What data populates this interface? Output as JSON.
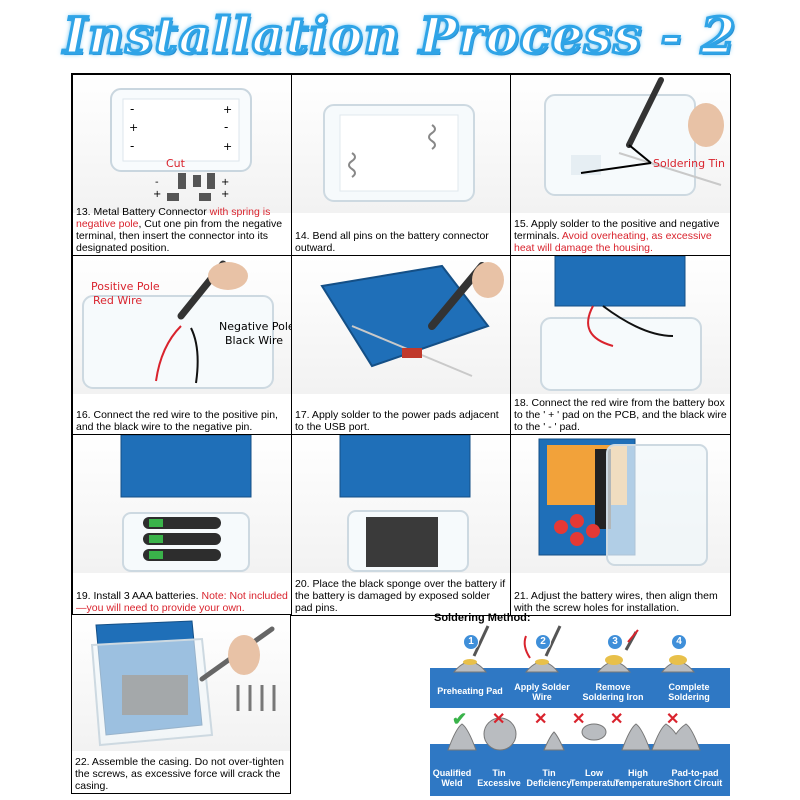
{
  "title": "Installation Process - 2",
  "steps": [
    {
      "pre": "13. Metal Battery Connector ",
      "red": "with spring is  negative pole",
      "post": ", Cut one pin from the negative terminal, then insert the connector into its designated position."
    },
    {
      "pre": "14. Bend all pins on the battery connector outward.",
      "red": "",
      "post": ""
    },
    {
      "pre": "15. Apply solder to the positive and negative terminals. ",
      "red": "Avoid overheating, as excessive heat will damage the housing.",
      "post": ""
    },
    {
      "pre": "16. Connect the red wire to the positive pin, and the black wire to the negative pin.",
      "red": "",
      "post": ""
    },
    {
      "pre": "17. Apply solder to the power pads adjacent to the USB port.",
      "red": "",
      "post": ""
    },
    {
      "pre": "18. Connect the red wire from the battery box to the ' + ' pad on the PCB, and the black wire to the ' - ' pad.",
      "red": "",
      "post": ""
    },
    {
      "pre": "19. Install 3 AAA batteries. ",
      "red": "Note: Not included—you will need to provide your own.",
      "post": ""
    },
    {
      "pre": "20. Place the black sponge over the battery if the battery is damaged by exposed solder pad pins.",
      "red": "",
      "post": ""
    },
    {
      "pre": "21. Adjust the battery wires, then align them with the screw holes for installation.",
      "red": "",
      "post": ""
    },
    {
      "pre": "22. Assemble the casing. Do not over-tighten the screws, as excessive force will crack the casing.",
      "red": "",
      "post": ""
    }
  ],
  "callouts": {
    "cut": "Cut",
    "soldering_tin": "Soldering Tin",
    "positive_pole": "Positive Pole",
    "red_wire": "Red Wire",
    "negative_pole": "Negative Pole",
    "black_wire": "Black Wire",
    "plus": "+",
    "minus": "-"
  },
  "soldering_method": {
    "title": "Soldering Method:",
    "steps": [
      {
        "num": "1",
        "label": "Preheating Pad"
      },
      {
        "num": "2",
        "label": "Apply Solder Wire"
      },
      {
        "num": "3",
        "label": "Remove Soldering Iron"
      },
      {
        "num": "4",
        "label": "Complete Soldering"
      }
    ],
    "results": [
      {
        "label": "Qualified Weld",
        "mark": "check"
      },
      {
        "label": "Tin Excessive",
        "mark": "x"
      },
      {
        "label": "Tin Deficiency",
        "mark": "x"
      },
      {
        "label": "Low Temperature",
        "mark": "x"
      },
      {
        "label": "High Temperature",
        "mark": "x"
      },
      {
        "label": "Pad-to-pad Short Circuit",
        "mark": "x"
      }
    ]
  },
  "colors": {
    "accent": "#2fa4e7",
    "warning": "#d9232d",
    "band": "#2f78c4",
    "pcb": "#1f6fb8"
  }
}
